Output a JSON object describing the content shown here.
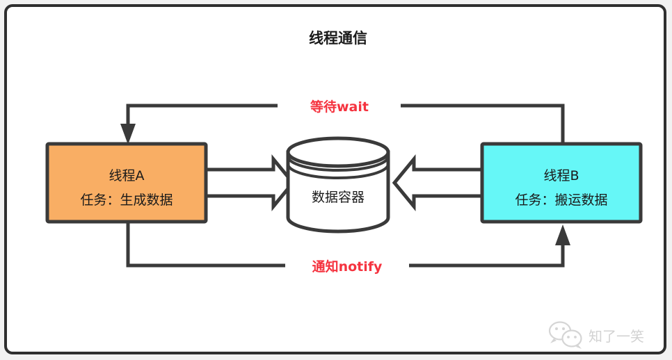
{
  "diagram": {
    "title": "线程通信",
    "frame": {
      "border_color": "#2f2f2f",
      "background": "#ffffff",
      "page_background": "#f2f2f2"
    },
    "nodes": [
      {
        "id": "thread-a",
        "shape": "rectangle",
        "line1": "线程A",
        "line2": "任务：生成数据",
        "fill": "#f9ae64",
        "stroke": "#3a3a3a"
      },
      {
        "id": "data-container",
        "shape": "cylinder",
        "label": "数据容器",
        "fill": "#ffffff",
        "stroke": "#3a3a3a"
      },
      {
        "id": "thread-b",
        "shape": "rectangle",
        "line1": "线程B",
        "line2": "任务：搬运数据",
        "fill": "#66f7f7",
        "stroke": "#3a3a3a"
      }
    ],
    "edges": [
      {
        "id": "a-to-container",
        "from": "thread-a",
        "to": "data-container",
        "style": "block-arrow",
        "direction": "right",
        "label": ""
      },
      {
        "id": "b-to-container",
        "from": "thread-b",
        "to": "data-container",
        "style": "block-arrow",
        "direction": "left",
        "label": ""
      },
      {
        "id": "wait-edge",
        "from": "thread-b",
        "to": "thread-a",
        "style": "orthogonal-line",
        "direction": "top",
        "label": "等待wait",
        "label_color": "#f5333f"
      },
      {
        "id": "notify-edge",
        "from": "thread-a",
        "to": "thread-b",
        "style": "orthogonal-line",
        "direction": "bottom",
        "label": "通知notify",
        "label_color": "#f5333f"
      }
    ],
    "watermark": {
      "icon": "wechat-icon",
      "text": "知了一笑",
      "color": "#cfcfcf"
    }
  }
}
